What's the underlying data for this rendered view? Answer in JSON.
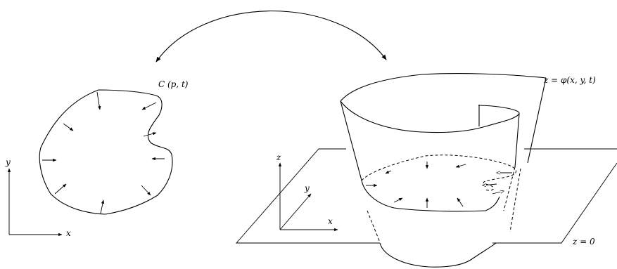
{
  "labels": {
    "curve": "C (p, t)",
    "surface": "z = φ(x, y, t)",
    "plane": "z = 0",
    "axis_x_left": "x",
    "axis_y_left": "y",
    "axis_x_right": "x",
    "axis_y_right": "y",
    "axis_z_right": "z"
  }
}
